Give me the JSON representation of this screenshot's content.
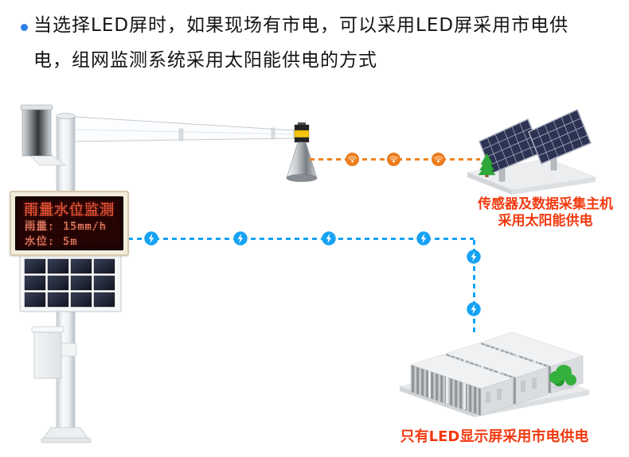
{
  "intro": {
    "line1": "当选择LED屏时，如果现场有市电，可以采用LED屏采用市电供",
    "line2": "电，组网监测系统采用太阳能供电的方式"
  },
  "station": {
    "led_display": {
      "title": "雨量水位监测",
      "rows": [
        {
          "label": "雨量:",
          "value": "15mm/h"
        },
        {
          "label": "水位:",
          "value": "5m"
        }
      ]
    }
  },
  "links": {
    "wireless": {
      "icon": "signal-icon",
      "color": "#f28224"
    },
    "mains_power": {
      "icon": "lightning-icon",
      "color": "#16a2f4"
    }
  },
  "captions": {
    "solar_station": {
      "line1": "传感器及数据采集主机",
      "line2": "采用太阳能供电"
    },
    "mains_station": {
      "text": "只有LED显示屏采用市电供电"
    }
  },
  "palette": {
    "bullet_blue": "#2e7fe8",
    "caption_red": "#f23a10",
    "led_title_red": "#ff5a3a",
    "led_value_red": "#ff8a6d",
    "led_background": "#300505",
    "wireless_orange": "#f28224",
    "mains_blue": "#16a2f4"
  }
}
